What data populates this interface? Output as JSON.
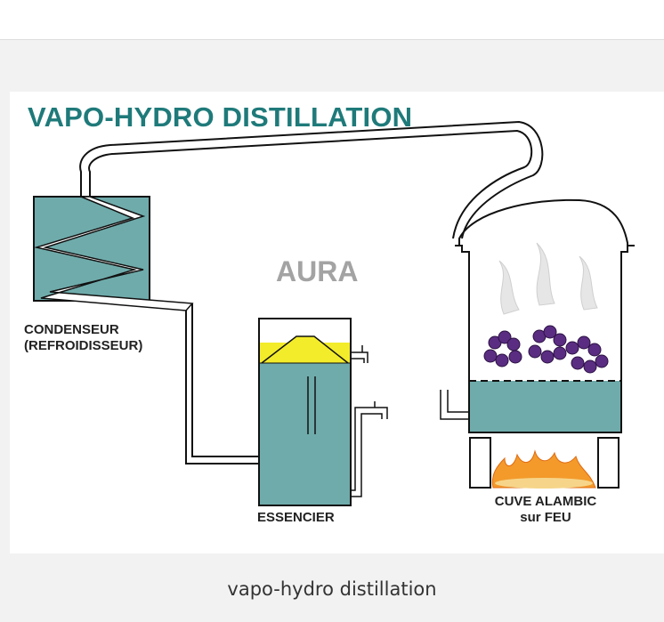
{
  "diagram": {
    "title": "VAPO-HYDRO DISTILLATION",
    "brand": "AURA",
    "labels": {
      "condenser_line1": "CONDENSEUR",
      "condenser_line2": "(REFROIDISSEUR)",
      "essencier": "ESSENCIER",
      "still_line1": "CUVE ALAMBIC",
      "still_line2": "sur FEU"
    },
    "colors": {
      "title": "#1f7a7a",
      "water": "#6fabab",
      "oil": "#f3ec2a",
      "flowers": "#5a2d82",
      "fire": "#f39a2b",
      "brand": "#a3a3a3"
    }
  },
  "caption": "vapo-hydro distillation"
}
